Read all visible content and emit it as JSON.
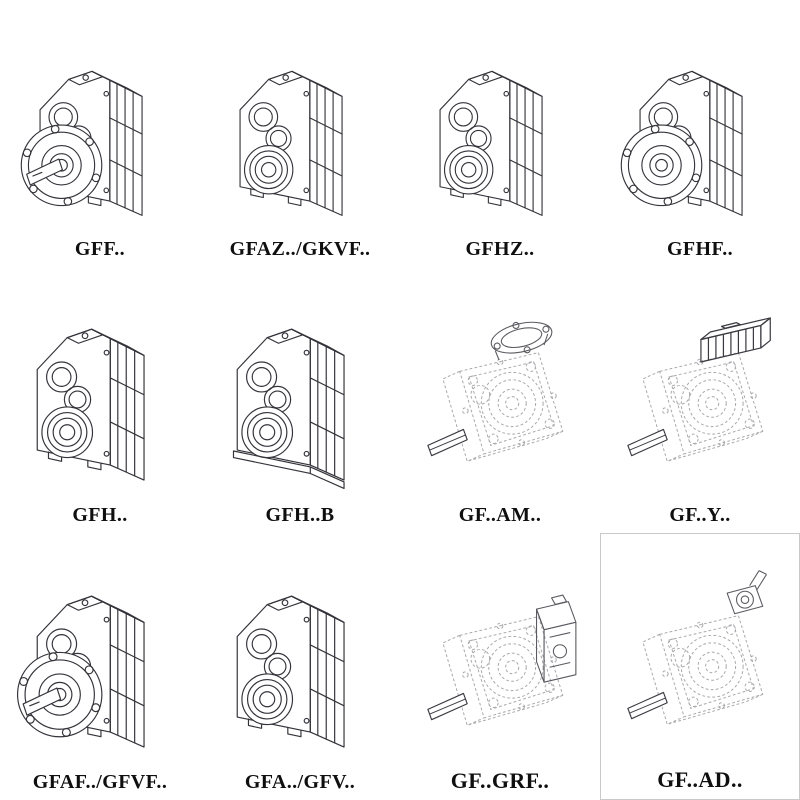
{
  "catalog": {
    "ink_color": "#33333a",
    "ghost_color": "#a8a8ac",
    "cells": [
      {
        "label": "GFF..",
        "variant": "flange-with-shaft"
      },
      {
        "label": "GFAZ../GKVF..",
        "variant": "hollow-shaft"
      },
      {
        "label": "GFHZ..",
        "variant": "hollow-shaft"
      },
      {
        "label": "GFHF..",
        "variant": "flange"
      },
      {
        "label": "GFH..",
        "variant": "hollow-shaft"
      },
      {
        "label": "GFH..B",
        "variant": "hollow-shaft-foot-base"
      },
      {
        "label": "GF..AM..",
        "variant": "phantom-top-flange"
      },
      {
        "label": "GF..Y..",
        "variant": "phantom-with-motor"
      },
      {
        "label": "GFAF../GFVF..",
        "variant": "flange-with-shaft"
      },
      {
        "label": "GFA../GFV..",
        "variant": "hollow-shaft"
      },
      {
        "label": "GF..GRF..",
        "variant": "phantom-input-block"
      },
      {
        "label": "GF..AD..",
        "variant": "phantom-input-adapter"
      }
    ]
  }
}
